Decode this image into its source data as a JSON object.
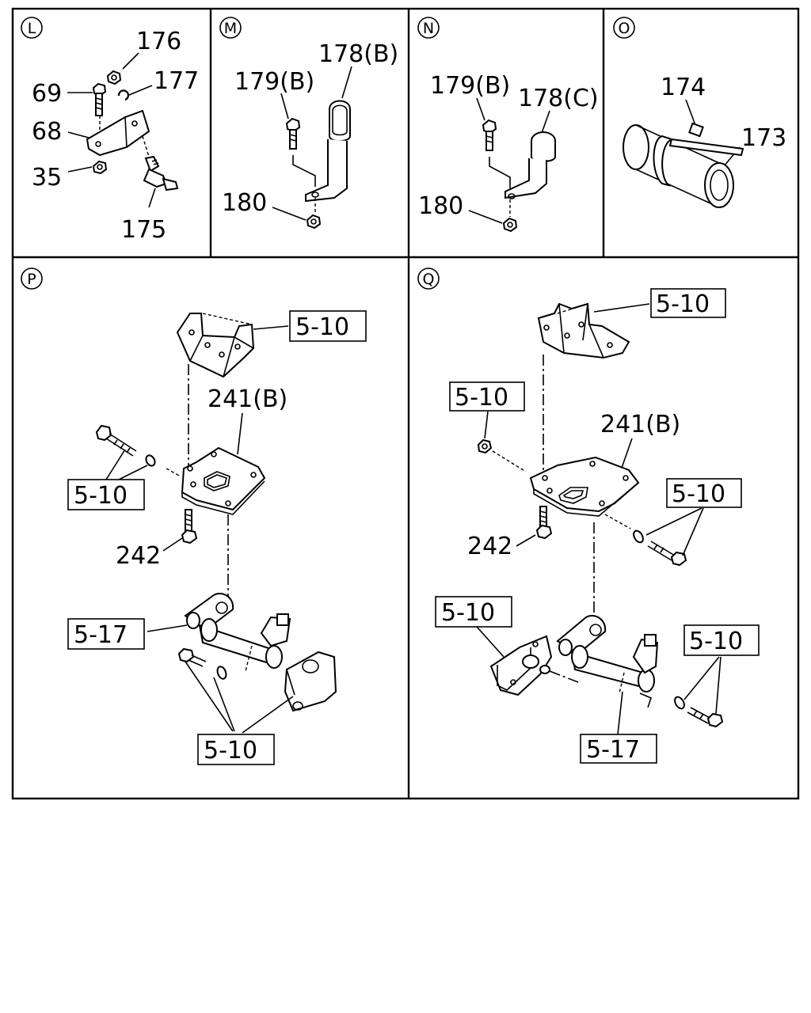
{
  "panels": {
    "L": {
      "letter": "L",
      "labels": {
        "p176": "176",
        "p69": "69",
        "p177": "177",
        "p68": "68",
        "p35": "35",
        "p175": "175"
      }
    },
    "M": {
      "letter": "M",
      "labels": {
        "p178b": "178(B)",
        "p179b": "179(B)",
        "p180": "180"
      }
    },
    "N": {
      "letter": "N",
      "labels": {
        "p179b": "179(B)",
        "p178c": "178(C)",
        "p180": "180"
      }
    },
    "O": {
      "letter": "O",
      "labels": {
        "p174": "174",
        "p173": "173"
      }
    },
    "P": {
      "letter": "P",
      "labels": {
        "ref_top": "5-10",
        "p241b": "241(B)",
        "ref_left": "5-10",
        "p242": "242",
        "ref_517": "5-17",
        "ref_bottom": "5-10"
      }
    },
    "Q": {
      "letter": "Q",
      "labels": {
        "ref_top": "5-10",
        "ref_upper_left": "5-10",
        "p241b": "241(B)",
        "ref_right": "5-10",
        "p242": "242",
        "ref_lower_left": "5-10",
        "ref_lower_right": "5-10",
        "ref_517": "5-17"
      }
    }
  }
}
